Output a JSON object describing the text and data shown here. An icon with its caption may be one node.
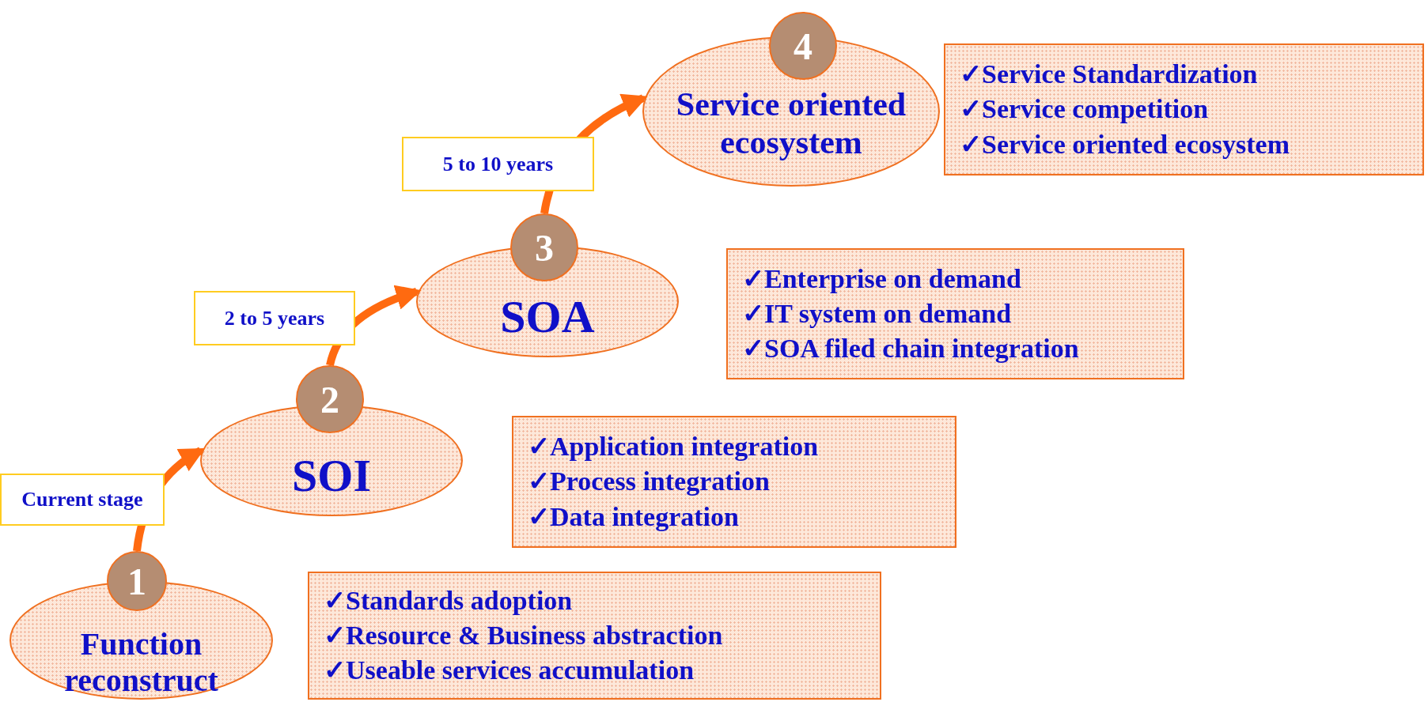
{
  "diagram": {
    "nodes": [
      {
        "text": [
          "4"
        ]
      },
      {
        "text": [
          "Service oriented ecosystem"
        ]
      },
      {
        "text": [
          "✓Service Standardization",
          "✓Service competition",
          "✓Service oriented ecosystem"
        ]
      },
      {
        "text": [
          "3"
        ]
      },
      {
        "text": [
          "SOA"
        ]
      },
      {
        "text": [
          "✓Enterprise on demand",
          "✓IT system on demand",
          "✓SOA filed chain integration"
        ]
      },
      {
        "text": [
          "2"
        ]
      },
      {
        "text": [
          "SOI"
        ]
      },
      {
        "text": [
          "✓Application integration",
          "✓Process integration",
          "✓Data integration"
        ]
      },
      {
        "text": [
          "1"
        ]
      },
      {
        "text": [
          "Function reconstruct"
        ]
      },
      {
        "text": [
          "✓Standards adoption",
          "✓Resource & Business abstraction",
          "✓Useable services accumulation"
        ]
      }
    ],
    "edges": [
      {
        "from": 9,
        "to": 7,
        "arrow": "to",
        "label": "Current stage"
      },
      {
        "from": 6,
        "to": 4,
        "arrow": "to",
        "label": "2 to 5 years"
      },
      {
        "from": 3,
        "to": 1,
        "arrow": "to",
        "label": "5 to 10 years"
      }
    ]
  }
}
